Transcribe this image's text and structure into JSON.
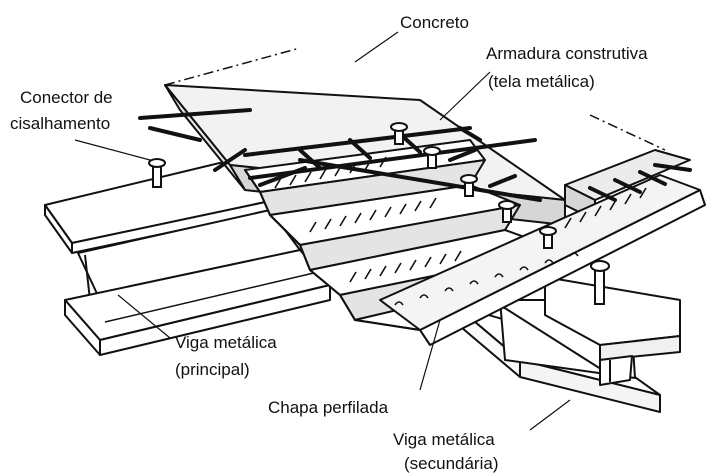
{
  "labels": {
    "concrete": "Concreto",
    "reinforcement_line1": "Armadura construtiva",
    "reinforcement_line2": "(tela metálica)",
    "connector_line1": "Conector de",
    "connector_line2": "cisalhamento",
    "main_beam_line1": "Viga metálica",
    "main_beam_line2": "(principal)",
    "deck": "Chapa perfilada",
    "secondary_beam_line1": "Viga metálica",
    "secondary_beam_line2": "(secundária)"
  },
  "colors": {
    "ink": "#111111",
    "steel": "#ffffff",
    "concrete_top": "#f2f2f2",
    "concrete_side": "#d6d6d6",
    "deck_shade": "#e4e4e4"
  }
}
